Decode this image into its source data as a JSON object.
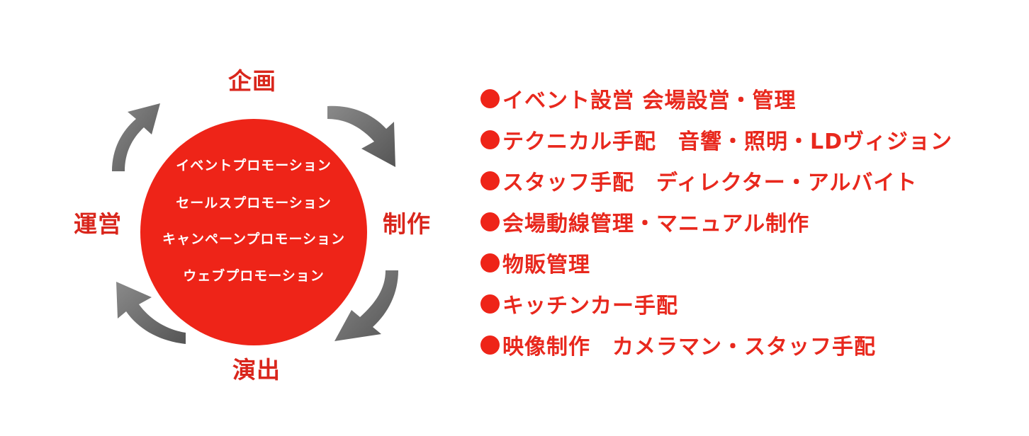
{
  "cycle": {
    "stages": {
      "top": "企画",
      "right": "制作",
      "bottom": "演出",
      "left": "運営"
    },
    "circle_lines": [
      "イベントプロモーション",
      "セールスプロモーション",
      "キャンペーンプロモーション",
      "ウェブプロモーション"
    ],
    "colors": {
      "circle": "#ee2418",
      "arrows": "#666666",
      "stage_text": "#d9261c"
    }
  },
  "services": [
    "イベント設営 会場設営・管理",
    "テクニカル手配　音響・照明・LDヴィジョン",
    "スタッフ手配　ディレクター・アルバイト",
    "会場動線管理・マニュアル制作",
    "物販管理",
    "キッチンカー手配",
    "映像制作　カメラマン・スタッフ手配"
  ],
  "bullet_color": "#ee2418",
  "service_text_color": "#e8281d"
}
